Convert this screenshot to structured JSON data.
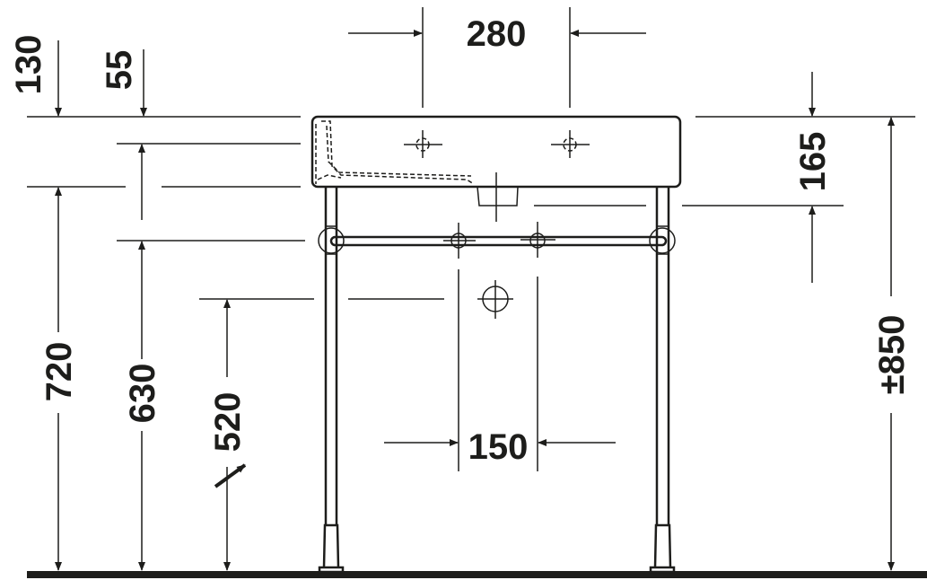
{
  "drawing": {
    "title": "Washbasin with metal console front elevation",
    "dimensions": {
      "tap_hole_spacing": "280",
      "overflow_offset": "130",
      "rim_offset": "55",
      "basin_height": "165",
      "rim_height": "720",
      "towel_bar_height": "630",
      "waste_height": "520",
      "waste_spacing": "150",
      "total_height": "±850"
    },
    "colors": {
      "line": "#1d1d1b",
      "background": "#ffffff"
    }
  }
}
